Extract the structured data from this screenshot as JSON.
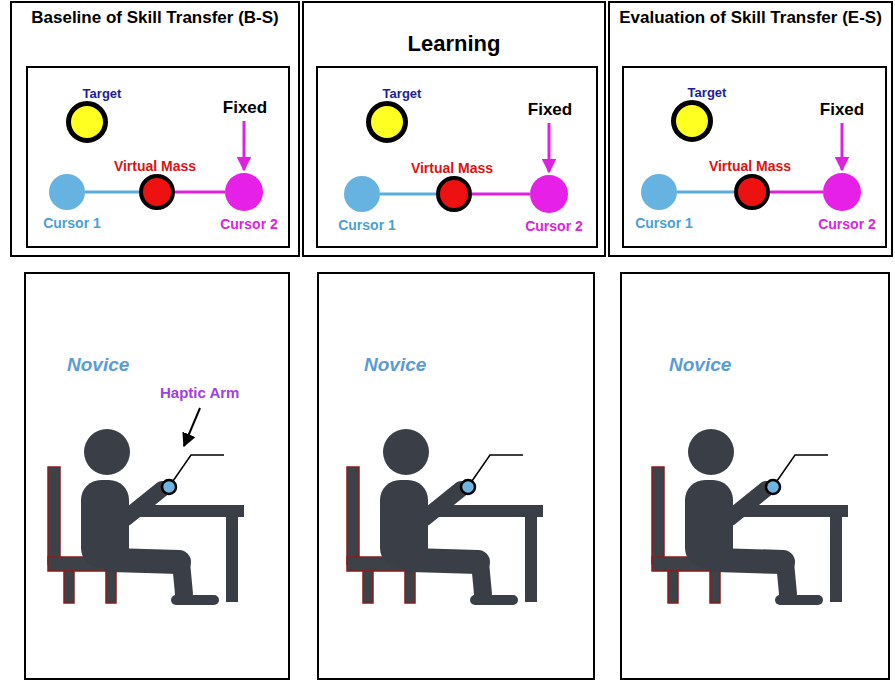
{
  "diagram": {
    "nodes": [
      {
        "text": [
          "Baseline of Skill Transfer (B-S)"
        ]
      },
      {
        "text": [
          "Target"
        ],
        "in": 0
      },
      {
        "text": [
          "Cursor 1"
        ],
        "in": 0
      },
      {
        "text": [
          "Virtual Mass"
        ],
        "in": 0
      },
      {
        "text": [
          "Cursor 2"
        ],
        "in": 0
      },
      {
        "text": [
          "Learning"
        ]
      },
      {
        "text": [
          "Target"
        ],
        "in": 5
      },
      {
        "text": [
          "Cursor 1"
        ],
        "in": 5
      },
      {
        "text": [
          "Virtual Mass"
        ],
        "in": 5
      },
      {
        "text": [
          "Cursor 2"
        ],
        "in": 5
      },
      {
        "text": [
          "Evaluation of Skill Transfer (E-S)"
        ]
      },
      {
        "text": [
          "Target"
        ],
        "in": 10
      },
      {
        "text": [
          "Cursor 1"
        ],
        "in": 10
      },
      {
        "text": [
          "Virtual Mass"
        ],
        "in": 10
      },
      {
        "text": [
          "Cursor 2"
        ],
        "in": 10
      },
      {
        "text": [
          "Novice"
        ]
      },
      {
        "text": [
          "Novice"
        ]
      },
      {
        "text": [
          "Novice"
        ]
      }
    ],
    "edges": [
      {
        "from": 2,
        "to": 3,
        "arrow": "none"
      },
      {
        "from": 3,
        "to": 4,
        "arrow": "none"
      },
      {
        "from": 7,
        "to": 8,
        "arrow": "none"
      },
      {
        "from": 8,
        "to": 9,
        "arrow": "none"
      },
      {
        "from": 12,
        "to": 13,
        "arrow": "none"
      },
      {
        "from": 13,
        "to": 14,
        "arrow": "none"
      }
    ],
    "labels": [
      "Fixed",
      "Fixed",
      "Fixed",
      "Haptic Arm"
    ]
  }
}
